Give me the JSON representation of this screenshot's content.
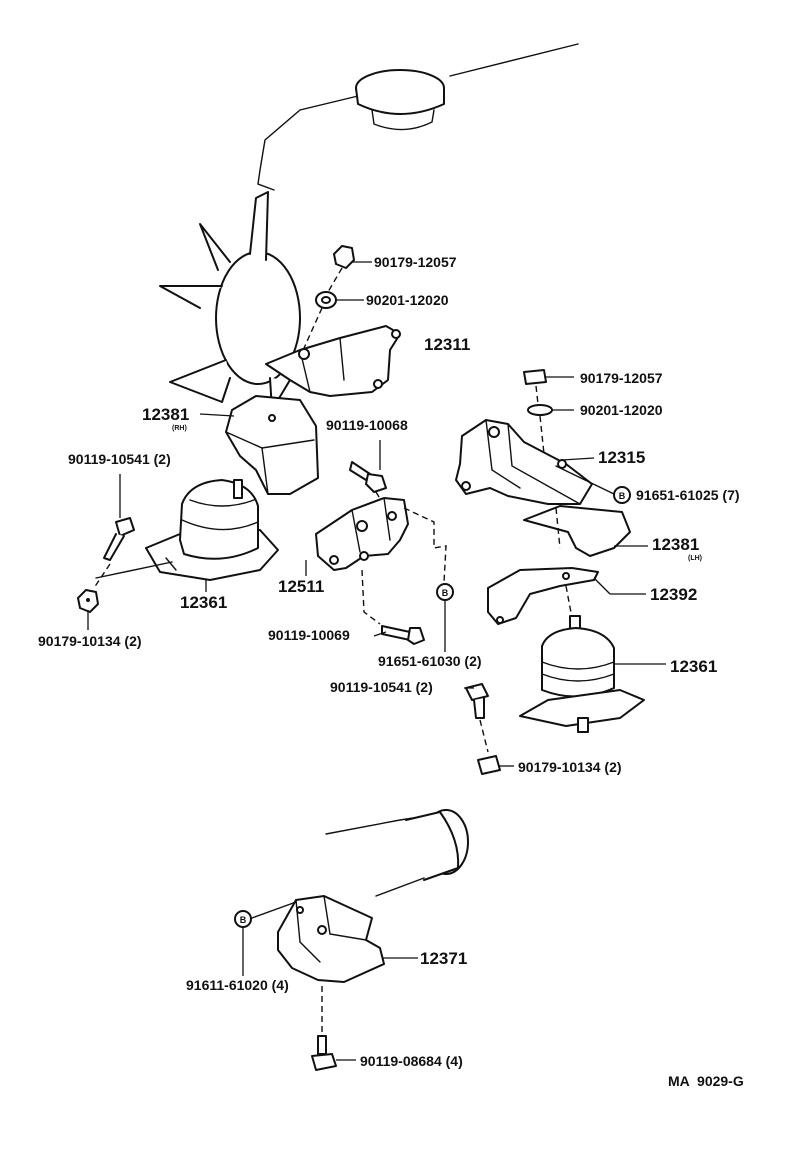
{
  "diagram_code": "MA  9029-G",
  "labels": {
    "l_90179_12057_a": "90179-12057",
    "l_90201_12020_a": "90201-12020",
    "l_12311": "12311",
    "l_12381_rh": "12381",
    "l_rh": "(RH)",
    "l_90119_10068": "90119-10068",
    "l_90119_10541_a": "90119-10541 (2)",
    "l_12361_a": "12361",
    "l_90179_10134_a": "90179-10134 (2)",
    "l_12511": "12511",
    "l_90119_10069": "90119-10069",
    "l_91651_61030": "91651-61030 (2)",
    "l_90179_12057_b": "90179-12057",
    "l_90201_12020_b": "90201-12020",
    "l_12315": "12315",
    "l_91651_61025": "91651-61025 (7)",
    "l_12381_lh": "12381",
    "l_lh": "(LH)",
    "l_12392": "12392",
    "l_12361_b": "12361",
    "l_90119_10541_b": "90119-10541 (2)",
    "l_90179_10134_b": "90179-10134 (2)",
    "l_12371": "12371",
    "l_91611_61020": "91611-61020 (4)",
    "l_90119_08684": "90119-08684 (4)"
  },
  "badges": {
    "b1": "B",
    "b2": "B",
    "b3": "B"
  }
}
